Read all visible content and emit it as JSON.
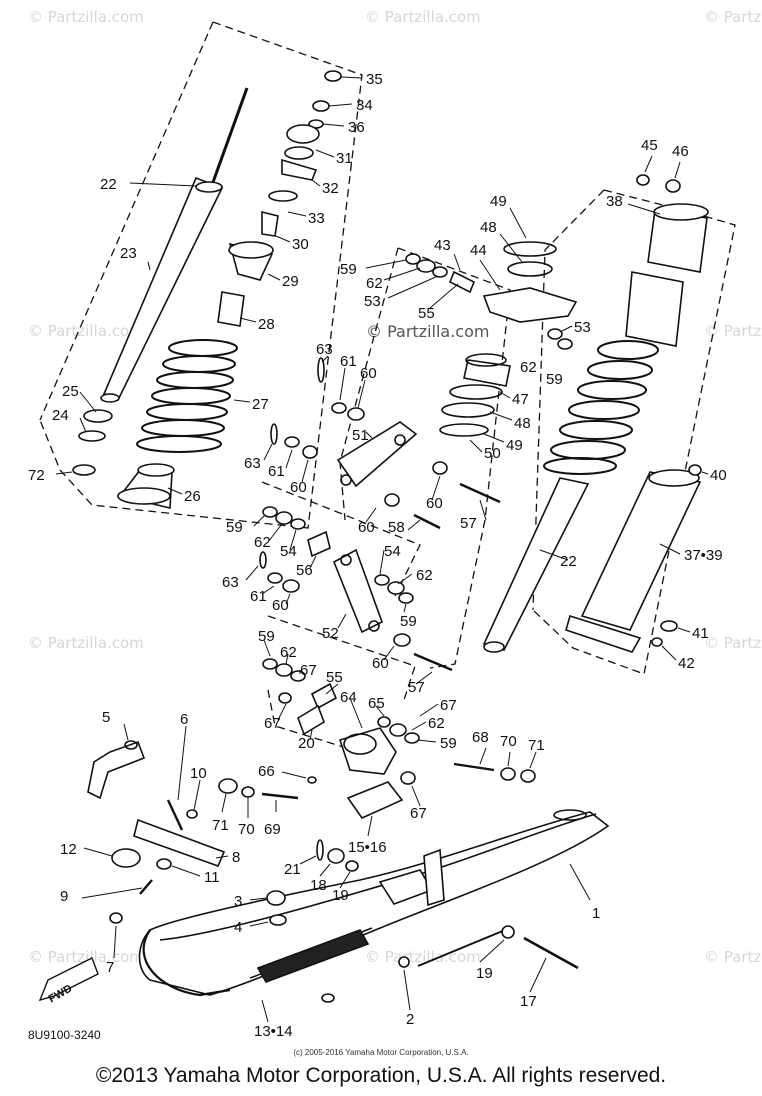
{
  "watermark_text": "© Partzilla.com",
  "center_watermark": "© Partzilla.com",
  "part_code": "8U9100-3240",
  "fwd_label": "FWD",
  "small_copyright": "(c) 2005-2016 Yamaha Motor Corporation, U.S.A.",
  "footer_copyright": "©2013 Yamaha Motor Corporation, U.S.A. All rights reserved.",
  "callouts": [
    {
      "id": "c35",
      "text": "35"
    },
    {
      "id": "c34",
      "text": "34"
    },
    {
      "id": "c36",
      "text": "36"
    },
    {
      "id": "c31",
      "text": "31"
    },
    {
      "id": "c32",
      "text": "32"
    },
    {
      "id": "c33",
      "text": "33"
    },
    {
      "id": "c30",
      "text": "30"
    },
    {
      "id": "c29",
      "text": "29"
    },
    {
      "id": "c28",
      "text": "28"
    },
    {
      "id": "c27",
      "text": "27"
    },
    {
      "id": "c26",
      "text": "26"
    },
    {
      "id": "c22a",
      "text": "22"
    },
    {
      "id": "c23",
      "text": "23"
    },
    {
      "id": "c25",
      "text": "25"
    },
    {
      "id": "c24",
      "text": "24"
    },
    {
      "id": "c72",
      "text": "72"
    },
    {
      "id": "c45",
      "text": "45"
    },
    {
      "id": "c46",
      "text": "46"
    },
    {
      "id": "c38",
      "text": "38"
    },
    {
      "id": "c49a",
      "text": "49"
    },
    {
      "id": "c48a",
      "text": "48"
    },
    {
      "id": "c43",
      "text": "43"
    },
    {
      "id": "c44",
      "text": "44"
    },
    {
      "id": "c59a",
      "text": "59"
    },
    {
      "id": "c62a",
      "text": "62"
    },
    {
      "id": "c53a",
      "text": "53"
    },
    {
      "id": "c55a",
      "text": "55"
    },
    {
      "id": "c53b",
      "text": "53"
    },
    {
      "id": "c62b",
      "text": "62"
    },
    {
      "id": "c59b",
      "text": "59"
    },
    {
      "id": "c47",
      "text": "47"
    },
    {
      "id": "c48b",
      "text": "48"
    },
    {
      "id": "c49b",
      "text": "49"
    },
    {
      "id": "c50",
      "text": "50"
    },
    {
      "id": "c63a",
      "text": "63"
    },
    {
      "id": "c61a",
      "text": "61"
    },
    {
      "id": "c60a",
      "text": "60"
    },
    {
      "id": "c51",
      "text": "51"
    },
    {
      "id": "c63b",
      "text": "63"
    },
    {
      "id": "c61b",
      "text": "61"
    },
    {
      "id": "c60b",
      "text": "60"
    },
    {
      "id": "c60c",
      "text": "60"
    },
    {
      "id": "c57a",
      "text": "57"
    },
    {
      "id": "c60d",
      "text": "60"
    },
    {
      "id": "c58",
      "text": "58"
    },
    {
      "id": "c22b",
      "text": "22"
    },
    {
      "id": "c40",
      "text": "40"
    },
    {
      "id": "c3739",
      "text": "37•39"
    },
    {
      "id": "c41",
      "text": "41"
    },
    {
      "id": "c42",
      "text": "42"
    },
    {
      "id": "c59c",
      "text": "59"
    },
    {
      "id": "c62c",
      "text": "62"
    },
    {
      "id": "c54a",
      "text": "54"
    },
    {
      "id": "c63c",
      "text": "63"
    },
    {
      "id": "c56",
      "text": "56"
    },
    {
      "id": "c54b",
      "text": "54"
    },
    {
      "id": "c62d",
      "text": "62"
    },
    {
      "id": "c61c",
      "text": "61"
    },
    {
      "id": "c60e",
      "text": "60"
    },
    {
      "id": "c59d",
      "text": "59"
    },
    {
      "id": "c52",
      "text": "52"
    },
    {
      "id": "c60f",
      "text": "60"
    },
    {
      "id": "c59e",
      "text": "59"
    },
    {
      "id": "c62e",
      "text": "62"
    },
    {
      "id": "c67a",
      "text": "67"
    },
    {
      "id": "c55b",
      "text": "55"
    },
    {
      "id": "c57b",
      "text": "57"
    },
    {
      "id": "c64",
      "text": "64"
    },
    {
      "id": "c65",
      "text": "65"
    },
    {
      "id": "c67b",
      "text": "67"
    },
    {
      "id": "c67c",
      "text": "67"
    },
    {
      "id": "c62f",
      "text": "62"
    },
    {
      "id": "c20",
      "text": "20"
    },
    {
      "id": "c59f",
      "text": "59"
    },
    {
      "id": "c68",
      "text": "68"
    },
    {
      "id": "c70a",
      "text": "70"
    },
    {
      "id": "c71a",
      "text": "71"
    },
    {
      "id": "c5",
      "text": "5"
    },
    {
      "id": "c6",
      "text": "6"
    },
    {
      "id": "c10",
      "text": "10"
    },
    {
      "id": "c66",
      "text": "66"
    },
    {
      "id": "c71b",
      "text": "71"
    },
    {
      "id": "c70b",
      "text": "70"
    },
    {
      "id": "c69",
      "text": "69"
    },
    {
      "id": "c67d",
      "text": "67"
    },
    {
      "id": "c1516",
      "text": "15•16"
    },
    {
      "id": "c12",
      "text": "12"
    },
    {
      "id": "c8",
      "text": "8"
    },
    {
      "id": "c11",
      "text": "11"
    },
    {
      "id": "c21",
      "text": "21"
    },
    {
      "id": "c18",
      "text": "18"
    },
    {
      "id": "c19a",
      "text": "19"
    },
    {
      "id": "c9",
      "text": "9"
    },
    {
      "id": "c3",
      "text": "3"
    },
    {
      "id": "c4",
      "text": "4"
    },
    {
      "id": "c1",
      "text": "1"
    },
    {
      "id": "c7",
      "text": "7"
    },
    {
      "id": "c19b",
      "text": "19"
    },
    {
      "id": "c17",
      "text": "17"
    },
    {
      "id": "c2",
      "text": "2"
    },
    {
      "id": "c1314",
      "text": "13•14"
    }
  ]
}
